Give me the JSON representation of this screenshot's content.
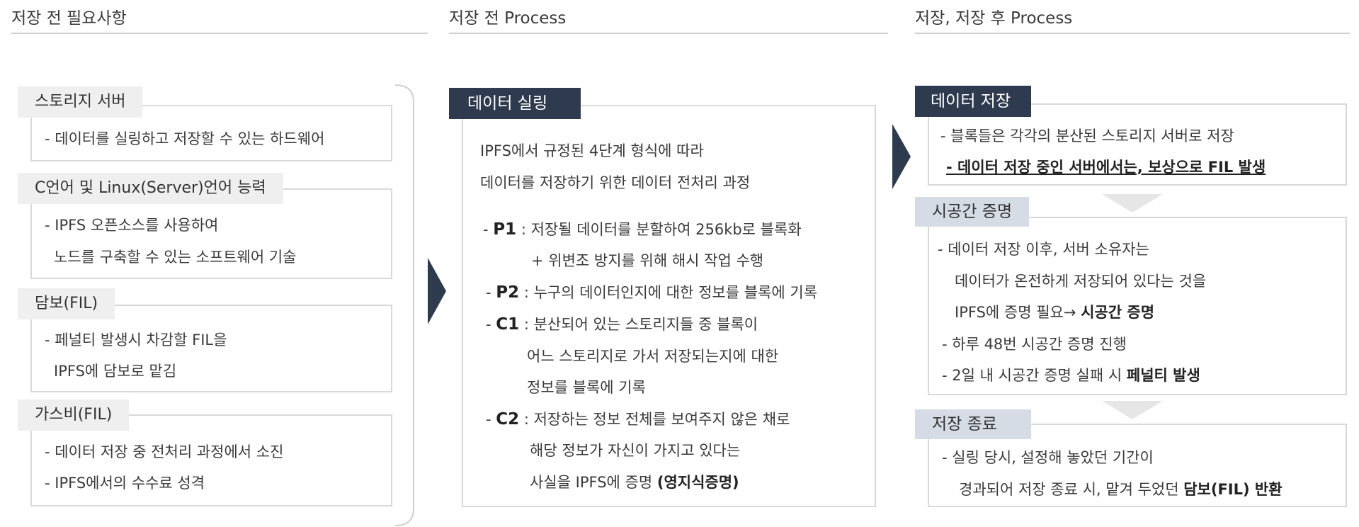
{
  "columns": [
    {
      "header": "저장 전 필요사항"
    },
    {
      "header": "저장 전 Process"
    },
    {
      "header": "저장, 저장 후 Process"
    }
  ],
  "left": {
    "sections": [
      {
        "title": "스토리지 서버",
        "lines": [
          "- 데이터를 실링하고 저장할 수 있는 하드웨어"
        ]
      },
      {
        "title": "C언어 및 Linux(Server)언어 능력",
        "lines": [
          "-  IPFS 오픈소스를 사용하여",
          "노드를 구축할 수 있는 소프트웨어 기술"
        ]
      },
      {
        "title": "담보(FIL)",
        "lines": [
          "- 페널티 발생시 차감할 FIL을",
          "IPFS에 담보로 맡김"
        ]
      },
      {
        "title": "가스비(FIL)",
        "lines": [
          "- 데이터 저장 중 전처리 과정에서 소진",
          "- IPFS에서의 수수료 성격"
        ]
      }
    ]
  },
  "middle": {
    "title": "데이터 실링",
    "intro": [
      "IPFS에서 규정된 4단계 형식에 따라",
      "데이터를 저장하기 위한 데이터 전처리 과정"
    ],
    "steps": [
      {
        "prefix": "- ",
        "code": "P1",
        "lines": [
          " : 저장될 데이터를 분할하여 256kb로 블록화",
          "+ 위변조 방지를 위해 해시 작업 수행"
        ]
      },
      {
        "prefix": "- ",
        "code": "P2",
        "lines": [
          " : 누구의 데이터인지에 대한 정보를 블록에 기록"
        ]
      },
      {
        "prefix": "- ",
        "code": "C1",
        "lines": [
          " : 분산되어 있는 스토리지들 중 블록이",
          "어느 스토리지로 가서 저장되는지에 대한",
          "정보를 블록에 기록"
        ]
      },
      {
        "prefix": "- ",
        "code": "C2",
        "lines": [
          " : 저장하는 정보 전체를 보여주지 않은 채로",
          "해당 정보가 자신이 가지고 있다는",
          "사실을 IPFS에 증명 "
        ]
      }
    ],
    "c2_bold": "(영지식증명)"
  },
  "right": {
    "store": {
      "title": "데이터 저장",
      "line1": "- 블록들은 각각의 분산된 스토리지 서버로 저장",
      "line2": "- 데이터 저장 중인 서버에서는, 보상으로 FIL 발생"
    },
    "proof": {
      "title": "시공간 증명",
      "line1": "- 데이터 저장 이후, 서버 소유자는",
      "line2": "데이터가 온전하게 저장되어 있다는 것을",
      "line3a": "IPFS에 증명 필요→ ",
      "line3b": "시공간 증명",
      "line4": "- 하루 48번 시공간 증명 진행",
      "line5a": "-  2일 내 시공간 증명 실패 시 ",
      "line5b": "페널티 발생"
    },
    "end": {
      "title": "저장 종료",
      "line1": "-  실링 당시, 설정해 놓았던 기간이",
      "line2a": "경과되어 저장 종료 시, 맡겨 두었던 ",
      "line2b": "담보(FIL) 반환"
    }
  },
  "colors": {
    "dark": "#2e3b4e",
    "light_tab": "#efefef",
    "blue_tab": "#d6dce6",
    "border": "#d8d8d8"
  }
}
